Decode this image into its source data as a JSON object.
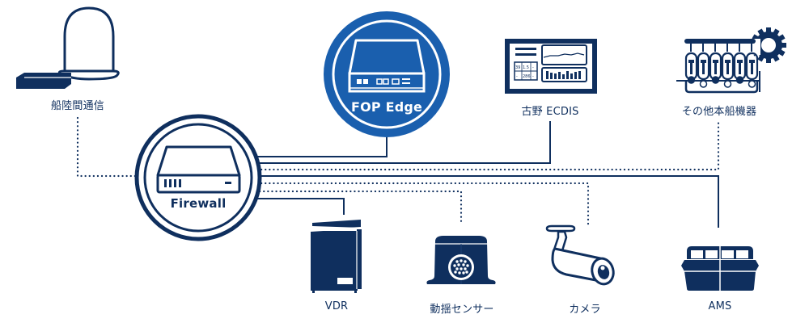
{
  "colors": {
    "navy": "#0f2f5e",
    "edge_blue": "#1a5fae",
    "white": "#ffffff"
  },
  "hub": {
    "label": "Firewall",
    "icon": "firewall-appliance-icon"
  },
  "gateway": {
    "label": "FOP Edge",
    "icon": "edge-appliance-icon"
  },
  "nodes": [
    {
      "id": "ship-shore-comm",
      "label": "船陸間通信",
      "icon": "satellite-dome-antenna-icon",
      "connection": "dotted"
    },
    {
      "id": "fop-edge",
      "label": "FOP Edge",
      "icon": "edge-appliance-icon",
      "connection": "solid"
    },
    {
      "id": "ecdis",
      "label": "古野 ECDIS",
      "icon": "ecdis-display-icon",
      "connection": "solid"
    },
    {
      "id": "other-equipment",
      "label": "その他本船機器",
      "icon": "engine-gear-icon",
      "connection": "dotted"
    },
    {
      "id": "vdr",
      "label": "VDR",
      "icon": "vdr-cabinet-icon",
      "connection": "solid"
    },
    {
      "id": "motion-sensor",
      "label": "動揺センサー",
      "icon": "motion-sensor-icon",
      "connection": "dotted"
    },
    {
      "id": "camera",
      "label": "カメラ",
      "icon": "cctv-camera-icon",
      "connection": "dotted"
    },
    {
      "id": "ams",
      "label": "AMS",
      "icon": "ams-console-icon",
      "connection": "solid"
    }
  ],
  "ecdis_screen": {
    "values": [
      "39",
      "1.5",
      "-",
      "-",
      "286",
      "-"
    ]
  }
}
